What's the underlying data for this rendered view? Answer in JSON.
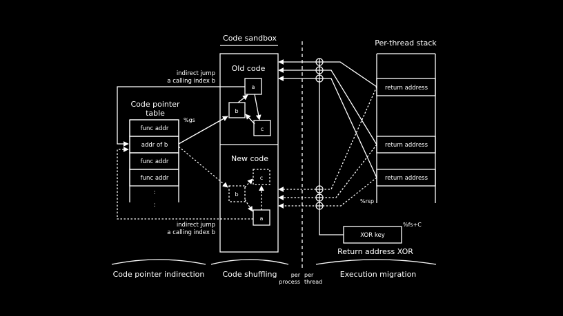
{
  "sections": {
    "code_sandbox": "Code sandbox",
    "per_thread_stack": "Per-thread stack",
    "code_pointer_table": [
      "Code pointer",
      "table"
    ]
  },
  "code_regions": {
    "old_code": "Old code",
    "new_code": "New code"
  },
  "blocks": {
    "a": "a",
    "b": "b",
    "c": "c"
  },
  "pointer_table": {
    "rows": [
      "func addr",
      "addr of b",
      "func addr",
      "func addr"
    ],
    "ellipsis": ":",
    "register": "%gs"
  },
  "annotations": {
    "indirect_jump_top": [
      "indirect jump",
      "a calling index b"
    ],
    "indirect_jump_bottom": [
      "indirect jump",
      "a calling index b"
    ]
  },
  "stack": {
    "return_address": "return address",
    "register": "%rsp"
  },
  "xor": {
    "key_label": "XOR key",
    "register": "%fs+C",
    "caption": "Return address XOR"
  },
  "divider": {
    "left": [
      "per",
      "process"
    ],
    "right": [
      "per",
      "thread"
    ]
  },
  "footer": {
    "indirection": "Code pointer indirection",
    "shuffling": "Code shuffling",
    "migration": "Execution migration"
  },
  "colors": {
    "background": "#000000",
    "foreground": "#ffffff"
  }
}
